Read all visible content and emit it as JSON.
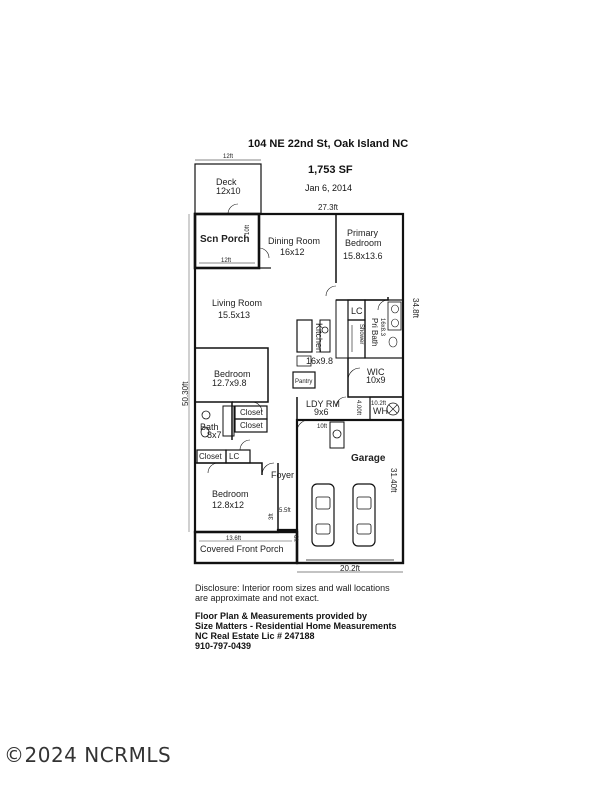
{
  "header": {
    "address": "104 NE 22nd St, Oak Island NC",
    "area": "1,753 SF",
    "date": "Jan 6, 2014"
  },
  "rooms": {
    "deck": {
      "name": "Deck",
      "size": "12x10"
    },
    "scn_porch": {
      "name": "Scn Porch"
    },
    "dining": {
      "name": "Dining Room",
      "size": "16x12"
    },
    "primary": {
      "name1": "Primary",
      "name2": "Bedroom",
      "size": "15.8x13.6"
    },
    "living": {
      "name": "Living Room",
      "size": "15.5x13"
    },
    "kitchen": {
      "name": "Kitchen",
      "size": "16x9.8"
    },
    "lc_top": "LC",
    "shower": "Shower",
    "pri_bath": {
      "name": "Pri Bath",
      "size": "16x8.3"
    },
    "wic": {
      "name": "WIC",
      "size": "10x9"
    },
    "pantry": "Pantry",
    "bedroom1": {
      "name": "Bedroom",
      "size": "12.7x9.8"
    },
    "closet_a": "Closet",
    "closet_b": "Closet",
    "closet_c": "Closet",
    "lc_bottom": "LC",
    "bath": {
      "name": "Bath",
      "size": "8x7"
    },
    "laundry": {
      "name": "LDY RM",
      "size": "9x6"
    },
    "wh": "WH",
    "garage": {
      "name": "Garage"
    },
    "foyer": "Foyer",
    "bedroom2": {
      "name": "Bedroom",
      "size": "12.8x12"
    },
    "front_porch": "Covered Front Porch"
  },
  "dimensions": {
    "deck_width": "12ft",
    "porch_width": "12ft",
    "porch_depth": "10ft",
    "top_width": "27.3ft",
    "right_depth": "34.8ft",
    "left_depth": "50.30ft",
    "wh_width": "10.2ft",
    "ldy_depth": "4.00ft",
    "garage_inner": "10ft",
    "garage_depth": "31.40ft",
    "front_step": "5.5ft",
    "front_porch_width": "13.6ft",
    "front_porch_depth": "6ft",
    "foyer_gap": "3ft",
    "bottom_width": "20.2ft"
  },
  "disclosure": {
    "line1": "Disclosure:  Interior room sizes and wall locations",
    "line2": "are approximate and not exact."
  },
  "credits": {
    "line1": "Floor Plan & Measurements provided by",
    "line2": "Size Matters - Residential Home Measurements",
    "line3": "NC Real Estate Lic # 247188",
    "line4": "910-797-0439"
  },
  "watermark": "©2024 NCRMLS"
}
